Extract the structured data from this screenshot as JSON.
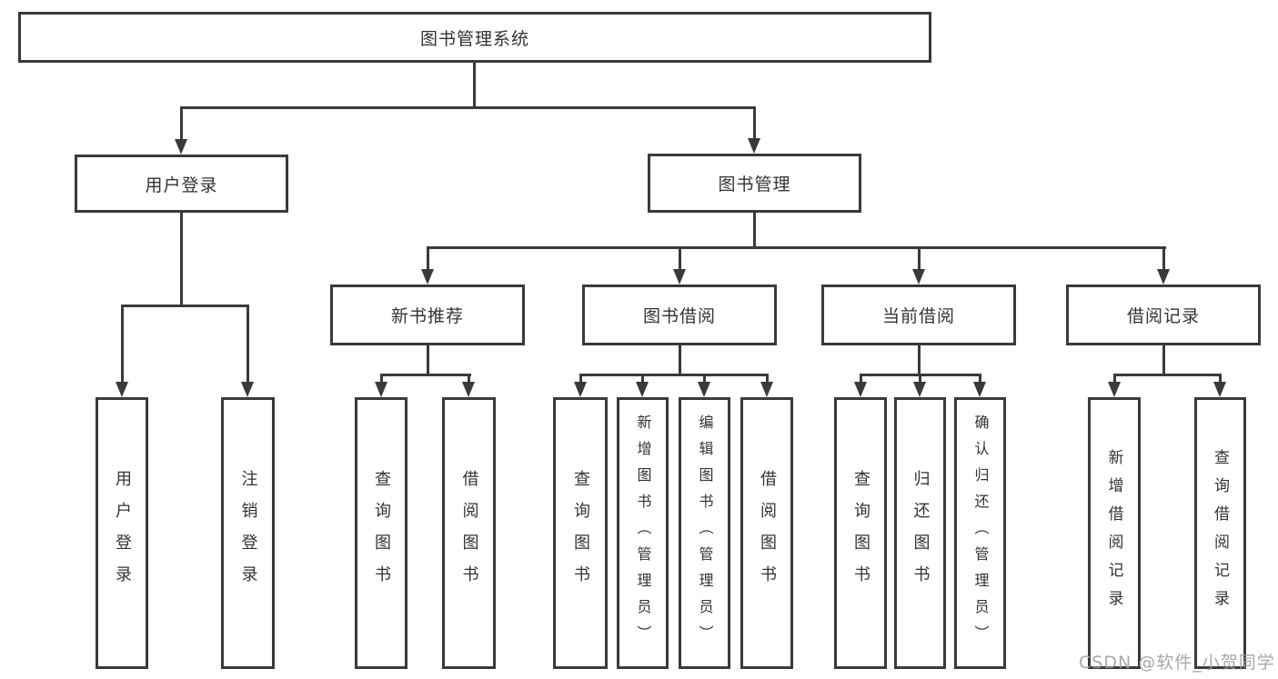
{
  "tree": {
    "root": "图书管理系统",
    "branches": [
      {
        "label": "用户登录",
        "children": [
          {
            "label": "用户登录"
          },
          {
            "label": "注销登录"
          }
        ]
      },
      {
        "label": "图书管理",
        "children": [
          {
            "label": "新书推荐",
            "children": [
              {
                "label": "查询图书"
              },
              {
                "label": "借阅图书"
              }
            ]
          },
          {
            "label": "图书借阅",
            "children": [
              {
                "label": "查询图书"
              },
              {
                "label": "新增图书（管理员）"
              },
              {
                "label": "编辑图书（管理员）"
              },
              {
                "label": "借阅图书"
              }
            ]
          },
          {
            "label": "当前借阅",
            "children": [
              {
                "label": "查询图书"
              },
              {
                "label": "归还图书"
              },
              {
                "label": "确认归还（管理员）"
              }
            ]
          },
          {
            "label": "借阅记录",
            "children": [
              {
                "label": "新增借阅记录"
              },
              {
                "label": "查询借阅记录"
              }
            ]
          }
        ]
      }
    ]
  },
  "watermark": "CSDN @软件_小贺同学",
  "colors": {
    "line": "#3a3a3a",
    "text": "#333333",
    "background": "#ffffff",
    "watermark": "#a0a0a0"
  }
}
